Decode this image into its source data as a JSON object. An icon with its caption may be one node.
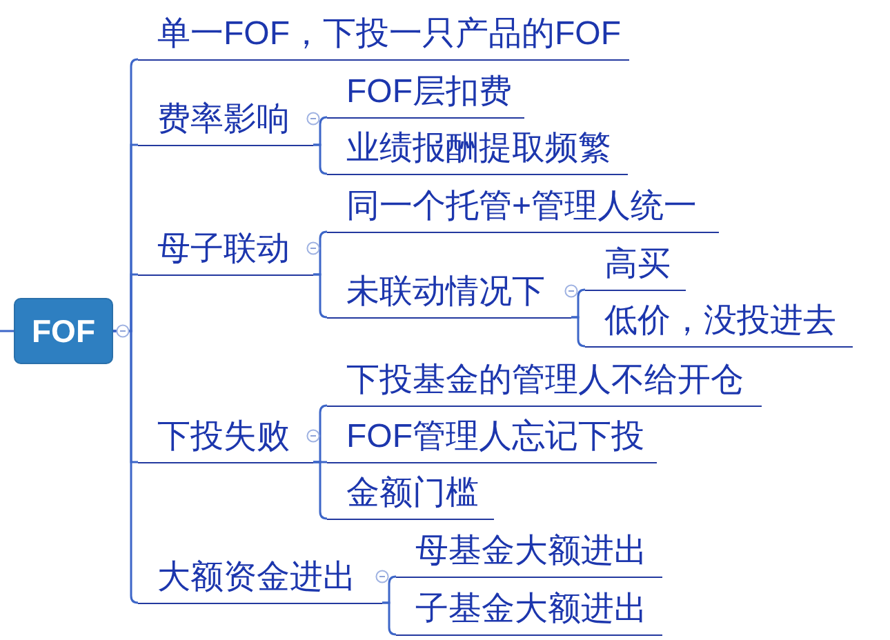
{
  "diagram": {
    "nodes": [
      {
        "text": [
          "FOF"
        ]
      },
      {
        "text": [
          "单一FOF，下投一只产品的FOF"
        ]
      },
      {
        "text": [
          "费率影响"
        ]
      },
      {
        "text": [
          "FOF层扣费"
        ]
      },
      {
        "text": [
          "业绩报酬提取频繁"
        ]
      },
      {
        "text": [
          "母子联动"
        ]
      },
      {
        "text": [
          "同一个托管+管理人统一"
        ]
      },
      {
        "text": [
          "未联动情况下"
        ]
      },
      {
        "text": [
          "高买"
        ]
      },
      {
        "text": [
          "低价，没投进去"
        ]
      },
      {
        "text": [
          "下投失败"
        ]
      },
      {
        "text": [
          "下投基金的管理人不给开仓"
        ]
      },
      {
        "text": [
          "FOF管理人忘记下投"
        ]
      },
      {
        "text": [
          "金额门槛"
        ]
      },
      {
        "text": [
          "大额资金进出"
        ]
      },
      {
        "text": [
          "母基金大额进出"
        ]
      },
      {
        "text": [
          "子基金大额进出"
        ]
      }
    ],
    "edges": [
      {
        "from": null,
        "to": 0,
        "arrow": "none"
      },
      {
        "from": 0,
        "to": 1,
        "arrow": "none"
      },
      {
        "from": 0,
        "to": 2,
        "arrow": "none"
      },
      {
        "from": 0,
        "to": 5,
        "arrow": "none"
      },
      {
        "from": 0,
        "to": 10,
        "arrow": "none"
      },
      {
        "from": 0,
        "to": 14,
        "arrow": "none"
      },
      {
        "from": 2,
        "to": 3,
        "arrow": "none"
      },
      {
        "from": 2,
        "to": 4,
        "arrow": "none"
      },
      {
        "from": 5,
        "to": 6,
        "arrow": "none"
      },
      {
        "from": 5,
        "to": 7,
        "arrow": "none"
      },
      {
        "from": 7,
        "to": 8,
        "arrow": "none"
      },
      {
        "from": 7,
        "to": 9,
        "arrow": "none"
      },
      {
        "from": 10,
        "to": 11,
        "arrow": "none"
      },
      {
        "from": 10,
        "to": 12,
        "arrow": "none"
      },
      {
        "from": 10,
        "to": 13,
        "arrow": "none"
      },
      {
        "from": 14,
        "to": 15,
        "arrow": "none"
      },
      {
        "from": 14,
        "to": 16,
        "arrow": "none"
      }
    ]
  }
}
